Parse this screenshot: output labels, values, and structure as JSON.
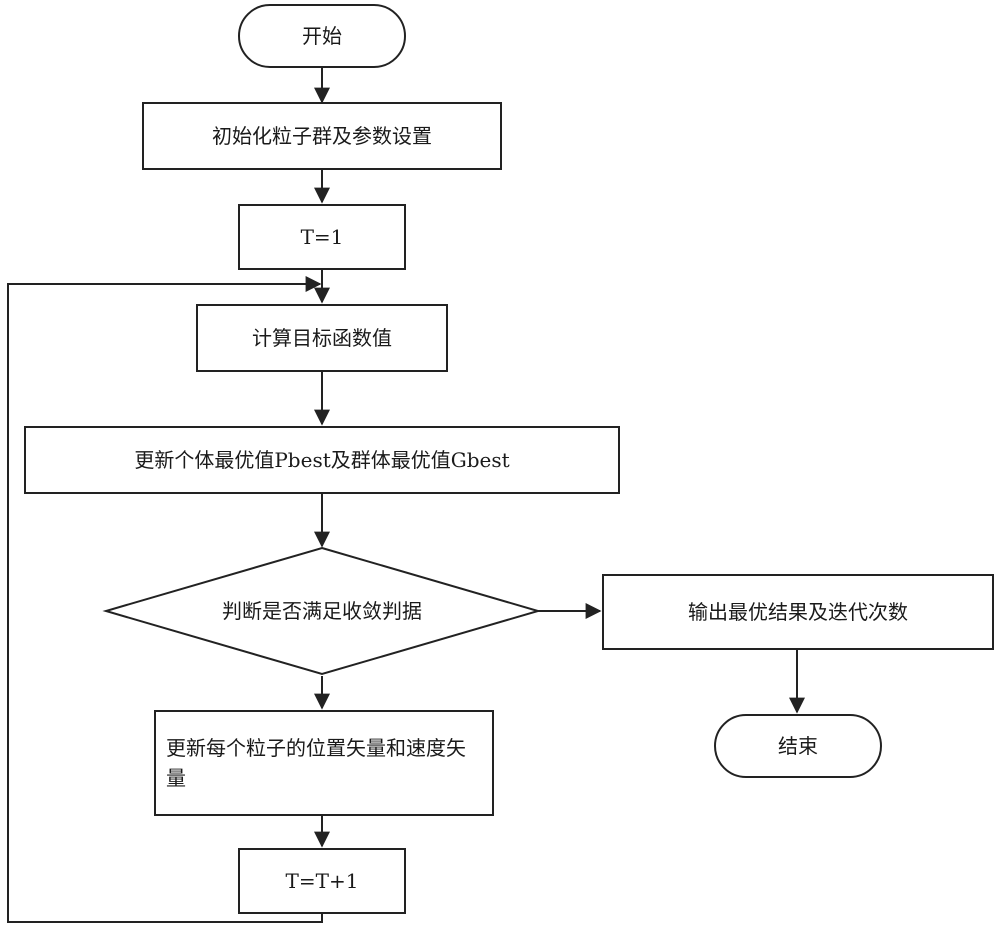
{
  "colors": {
    "stroke": "#222222",
    "text": "#1a1a1a",
    "background": "#ffffff"
  },
  "nodes": {
    "start": "开始",
    "init": "初始化粒子群及参数设置",
    "t_init": "T=1",
    "compute": "计算目标函数值",
    "update_best": "更新个体最优值Pbest及群体最优值Gbest",
    "decision": "判断是否满足收敛判据",
    "output": "输出最优结果及迭代次数",
    "end": "结束",
    "update_particles": "更新每个粒子的位置矢量和速度矢量",
    "t_incr": "T=T+1"
  }
}
